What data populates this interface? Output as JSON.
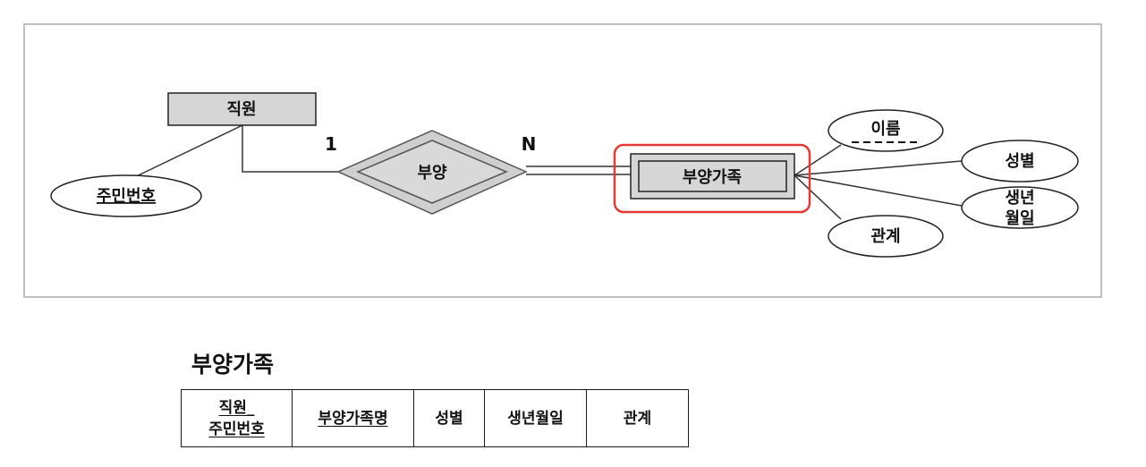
{
  "diagram": {
    "entities": {
      "employee": "직원",
      "dependent": "부양가족"
    },
    "relationship": "부양",
    "cardinality": {
      "employee_side": "1",
      "dependent_side": "N"
    },
    "attributes": {
      "employee_key": "주민번호",
      "name": "이름",
      "gender": "성별",
      "birthdate_line1": "생년",
      "birthdate_line2": "월일",
      "relation": "관계"
    },
    "colors": {
      "entity_fill": "#d6d6d6",
      "highlight": "#e53935",
      "frame": "#aaaaaa"
    }
  },
  "table": {
    "title": "부양가족",
    "columns": [
      {
        "line1": "직원_",
        "line2": "주민번호",
        "key": true
      },
      {
        "line1": "부양가족명",
        "line2": "",
        "key": true
      },
      {
        "line1": "성별",
        "line2": "",
        "key": false
      },
      {
        "line1": "생년월일",
        "line2": "",
        "key": false
      },
      {
        "line1": "관계",
        "line2": "",
        "key": false
      }
    ]
  }
}
